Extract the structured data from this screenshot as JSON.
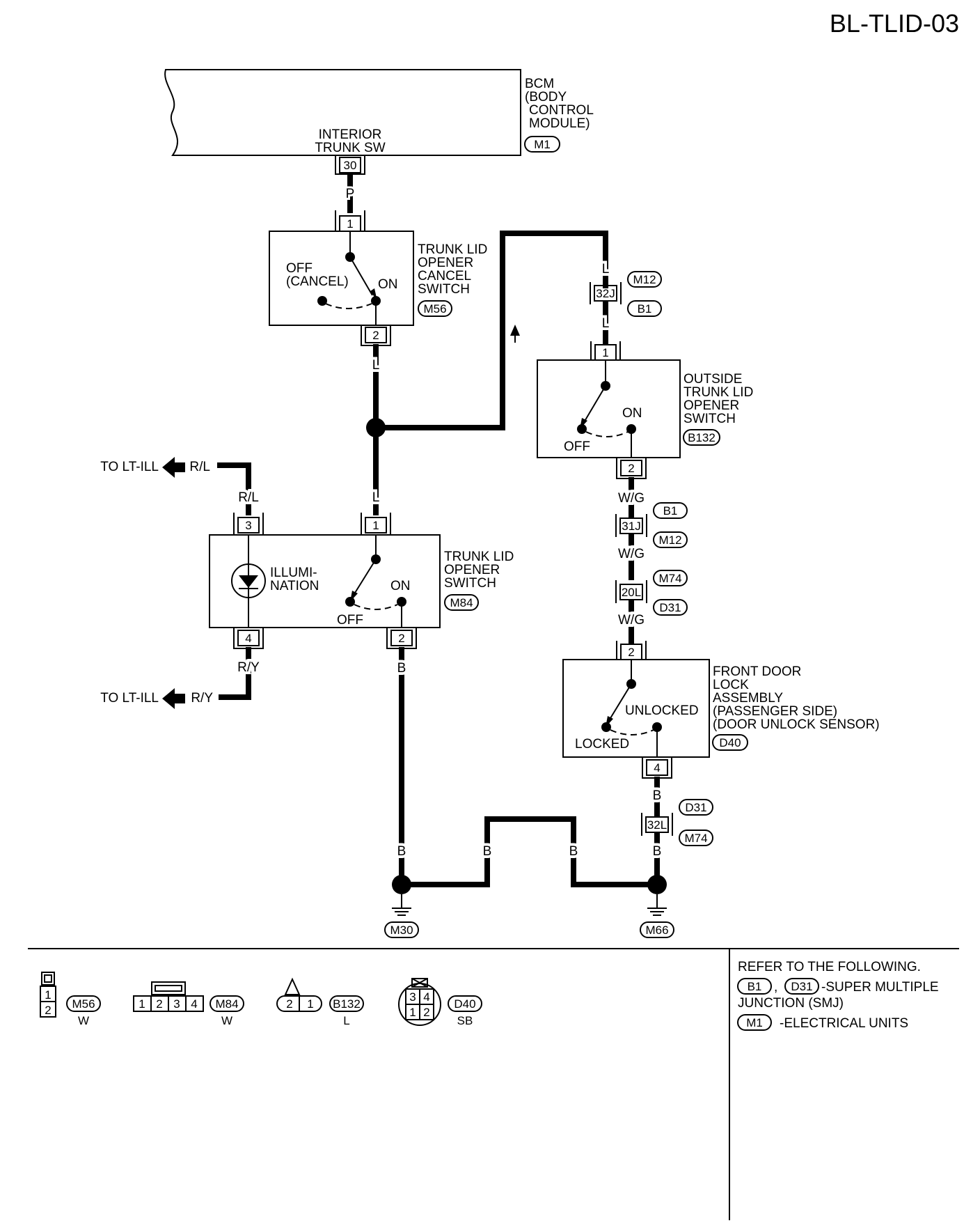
{
  "page_code": "BL-TLID-03",
  "bcm": {
    "name": "BCM",
    "desc": [
      "(BODY",
      "CONTROL",
      "MODULE)"
    ],
    "connector": "M1",
    "terminal_label": [
      "INTERIOR",
      "TRUNK SW"
    ],
    "terminal": "30"
  },
  "cancel_switch": {
    "name": [
      "TRUNK LID",
      "OPENER",
      "CANCEL",
      "SWITCH"
    ],
    "connector": "M56",
    "off_label": [
      "OFF",
      "(CANCEL)"
    ],
    "on_label": "ON",
    "pins": [
      "1",
      "2"
    ]
  },
  "opener_switch": {
    "name": [
      "TRUNK LID",
      "OPENER",
      "SWITCH"
    ],
    "connector": "M84",
    "illum_label": [
      "ILLUMI-",
      "NATION"
    ],
    "on_label": "ON",
    "off_label": "OFF",
    "pins": [
      "3",
      "1",
      "4",
      "2"
    ]
  },
  "outside_switch": {
    "name": [
      "OUTSIDE",
      "TRUNK LID",
      "OPENER",
      "SWITCH"
    ],
    "connector": "B132",
    "on_label": "ON",
    "off_label": "OFF",
    "pins": [
      "1",
      "2"
    ]
  },
  "door_lock": {
    "name": [
      "FRONT DOOR",
      "LOCK",
      "ASSEMBLY",
      "(PASSENGER SIDE)",
      "(DOOR UNLOCK SENSOR)"
    ],
    "connector": "D40",
    "unlocked_label": "UNLOCKED",
    "locked_label": "LOCKED",
    "pins": [
      "2",
      "4"
    ]
  },
  "junctions": {
    "j32": {
      "pin": "32J",
      "upper": "M12",
      "lower": "B1"
    },
    "j31": {
      "pin": "31J",
      "upper": "B1",
      "lower": "M12"
    },
    "j20": {
      "pin": "20L",
      "upper": "M74",
      "lower": "D31"
    },
    "j32l": {
      "pin": "32L",
      "upper": "D31",
      "lower": "M74"
    }
  },
  "wire_colors": {
    "bcm_to_cancel": "P",
    "cancel_out": "L",
    "to_opener": "L",
    "to_outside_top": "L",
    "to_outside_bottom": "L",
    "illum_top": "R/L",
    "illum_bottom": "R/Y",
    "outside_out": "W/G",
    "between_31_20": "W/G",
    "to_door": "W/G",
    "door_out": "B",
    "opener_gnd": "B",
    "gnd_left": "B",
    "gnd_mid_left": "B",
    "gnd_mid_right": "B",
    "gnd_right": "B"
  },
  "to_lt_ill": [
    {
      "text": "TO LT-ILL",
      "color": "R/L"
    },
    {
      "text": "TO LT-ILL",
      "color": "R/Y"
    }
  ],
  "grounds": [
    "M30",
    "M66"
  ],
  "legend": {
    "connectors": [
      {
        "id": "M56",
        "color": "W",
        "pins": [
          "1",
          "2"
        ]
      },
      {
        "id": "M84",
        "color": "W",
        "pins": [
          "1",
          "2",
          "3",
          "4"
        ]
      },
      {
        "id": "B132",
        "color": "L",
        "pins": [
          "2",
          "1"
        ]
      },
      {
        "id": "D40",
        "color": "SB",
        "pins": [
          "3",
          "4",
          "1",
          "2"
        ]
      }
    ],
    "refer_title": "REFER TO THE FOLLOWING.",
    "smj_ids": [
      "B1",
      "D31"
    ],
    "smj_text": [
      "-SUPER MULTIPLE",
      "JUNCTION (SMJ)"
    ],
    "units_id": "M1",
    "units_text": "-ELECTRICAL UNITS"
  }
}
